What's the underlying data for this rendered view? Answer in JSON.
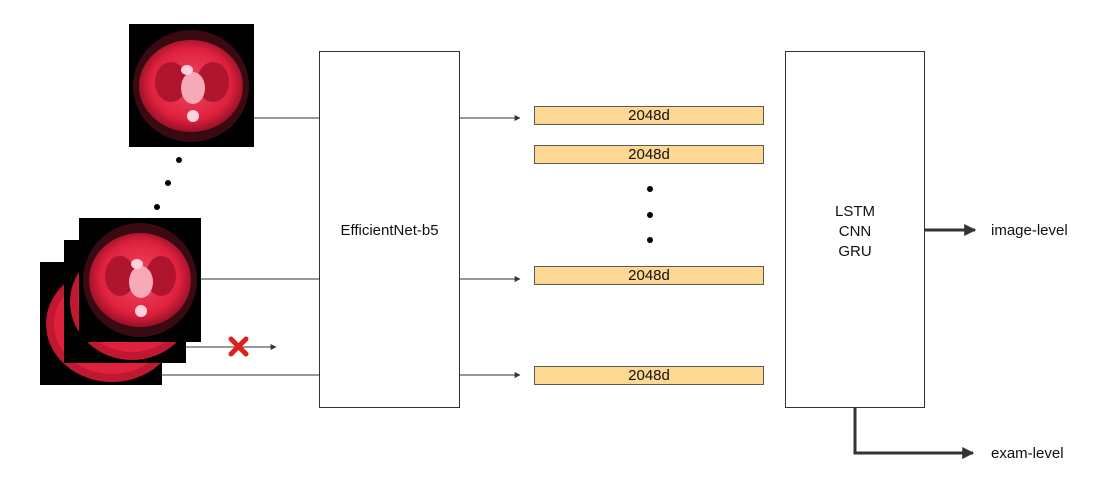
{
  "encoder": {
    "label": "EfficientNet-b5"
  },
  "features": [
    {
      "label": "2048d"
    },
    {
      "label": "2048d"
    },
    {
      "label": "2048d"
    },
    {
      "label": "2048d"
    }
  ],
  "sequence_model": {
    "lines": [
      "LSTM",
      "CNN",
      "GRU"
    ]
  },
  "outputs": {
    "image_level": "image-level",
    "exam_level": "exam-level"
  },
  "colors": {
    "feature_fill": "#fdd892",
    "ct_tissue": "#e0213e",
    "dropped_marker": "#e0201c",
    "arrow": "#333333"
  },
  "icons": {
    "dropped_slice": "red-x-icon",
    "ct_slice": "ct-scan-image"
  }
}
